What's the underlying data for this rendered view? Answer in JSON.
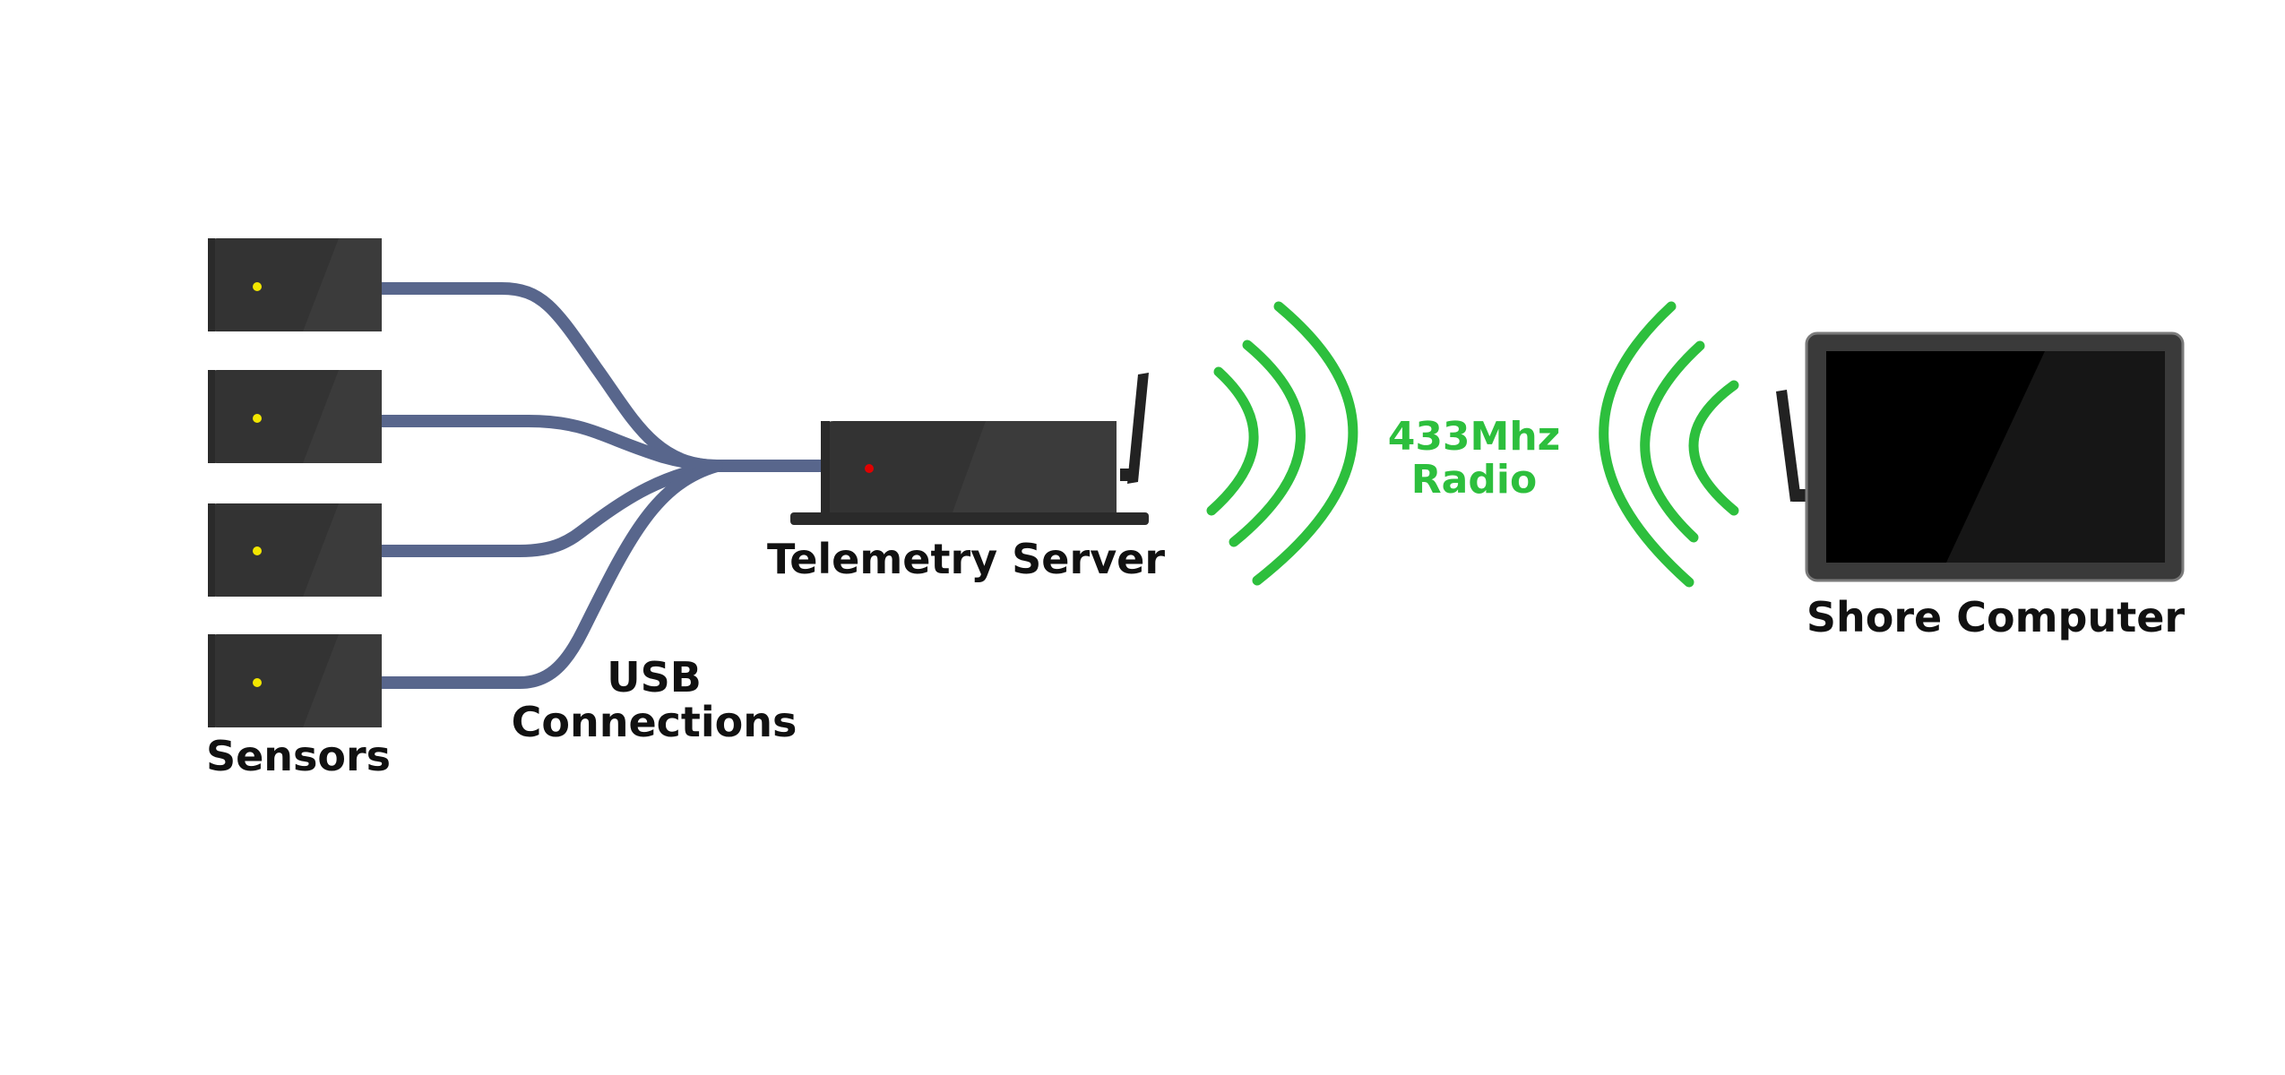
{
  "labels": {
    "sensors": "Sensors",
    "usb_line1": "USB",
    "usb_line2": "Connections",
    "telemetry_server": "Telemetry Server",
    "radio_line1": "433Mhz",
    "radio_line2": "Radio",
    "shore_computer": "Shore Computer"
  },
  "colors": {
    "cable": "#58668c",
    "radio_waves": "#2dbf3d",
    "device_body": "#333333",
    "sensor_led": "#f2e600",
    "server_led": "#e00000",
    "screen": "#000000",
    "text": "#111111"
  },
  "icons": {
    "sensor": "sensor-box-icon",
    "server": "server-box-icon",
    "antenna": "antenna-icon",
    "waves": "radio-waves-icon",
    "computer": "tablet-screen-icon"
  }
}
